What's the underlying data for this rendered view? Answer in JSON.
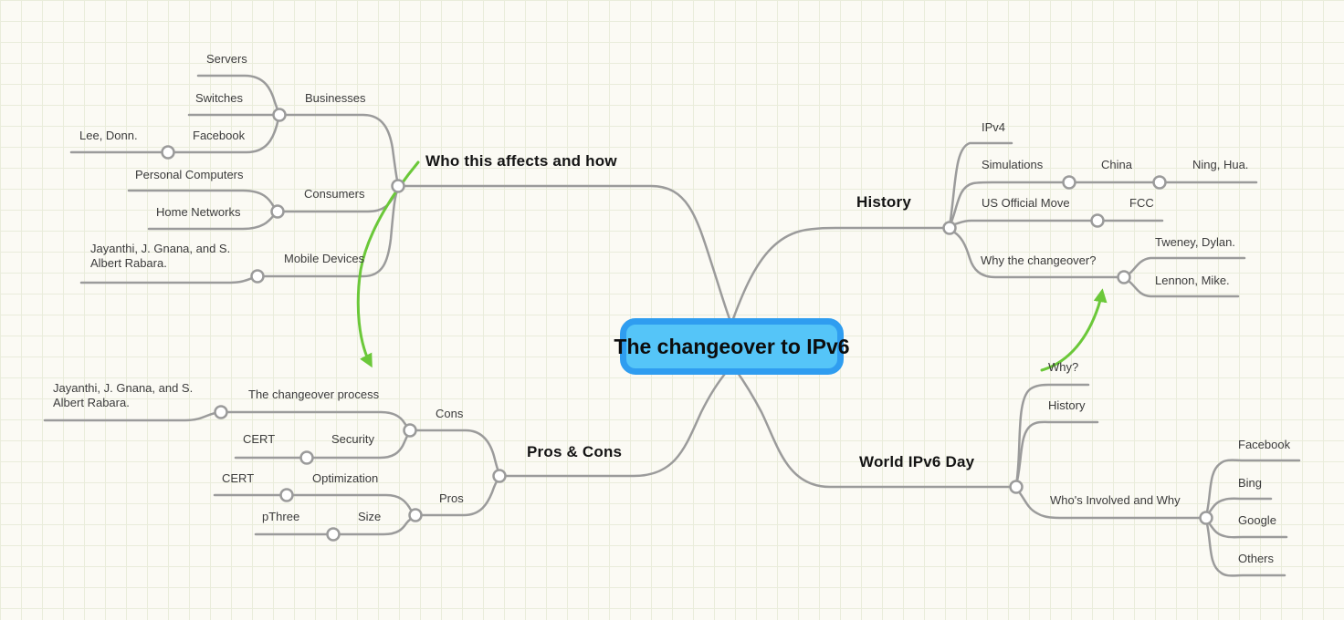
{
  "mindmap": {
    "root": {
      "label": "The changeover to IPv6"
    },
    "who": {
      "label": "Who this affects and how",
      "businesses": {
        "label": "Businesses",
        "servers": {
          "label": "Servers"
        },
        "switches": {
          "label": "Switches"
        },
        "facebook": {
          "label": "Facebook"
        },
        "citation": "Lee, Donn."
      },
      "consumers": {
        "label": "Consumers",
        "personal_computers": {
          "label": "Personal Computers"
        },
        "home_networks": {
          "label": "Home Networks"
        }
      },
      "mobile_devices": {
        "label": "Mobile Devices",
        "citation": "Jayanthi, J. Gnana, and S. Albert Rabara."
      }
    },
    "history": {
      "label": "History",
      "ipv4": {
        "label": "IPv4"
      },
      "simulations": {
        "label": "Simulations",
        "china": {
          "label": "China",
          "citation": "Ning, Hua."
        }
      },
      "us_official_move": {
        "label": "US Official Move",
        "fcc": {
          "label": "FCC"
        }
      },
      "why_the_changeover": {
        "label": "Why the changeover?",
        "citations": [
          "Tweney, Dylan.",
          "Lennon, Mike."
        ]
      }
    },
    "pros_cons": {
      "label": "Pros & Cons",
      "cons": {
        "label": "Cons",
        "changeover_process": {
          "label": "The changeover process",
          "citation": "Jayanthi, J. Gnana, and S. Albert Rabara."
        },
        "security": {
          "label": "Security",
          "citation": "CERT"
        }
      },
      "pros": {
        "label": "Pros",
        "optimization": {
          "label": "Optimization",
          "citation": "CERT"
        },
        "size": {
          "label": "Size",
          "citation": "pThree"
        }
      }
    },
    "world_ipv6_day": {
      "label": "World IPv6 Day",
      "why": {
        "label": "Why?"
      },
      "history": {
        "label": "History"
      },
      "whos_involved": {
        "label": "Who's Involved and Why",
        "members": [
          "Facebook",
          "Bing",
          "Google",
          "Others"
        ]
      }
    }
  },
  "colors": {
    "branch_line": "#9b9b9b",
    "cross_link_green": "#6bc839",
    "root_fill": "#55c5f8",
    "root_border": "#2f9df0",
    "background": "#fbfaf4",
    "grid_line": "#e9ecdb",
    "label_text": "#3b3b3b",
    "heading_text": "#141414"
  }
}
